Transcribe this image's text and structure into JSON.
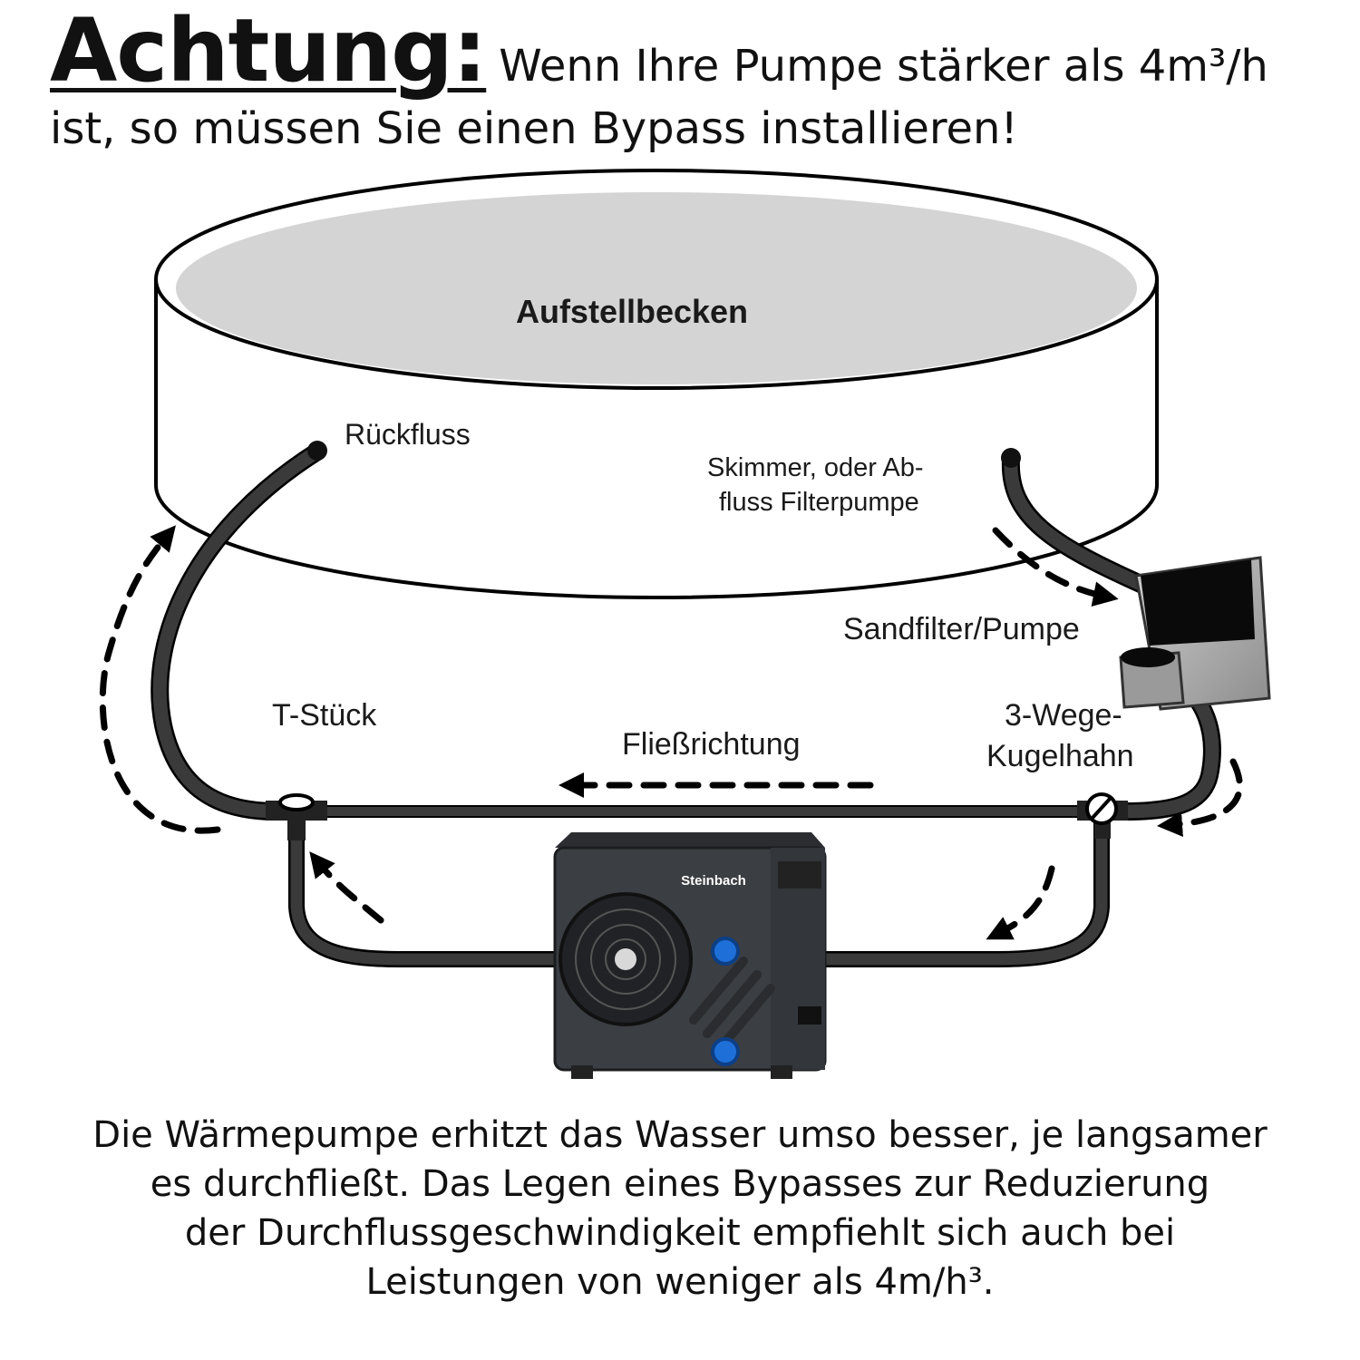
{
  "header": {
    "warning_word": "Achtung:",
    "warning_line1": "Wenn Ihre Pumpe stärker als 4m³/h",
    "warning_line2": "ist, so müssen Sie einen Bypass installieren!"
  },
  "labels": {
    "pool": "Aufstellbecken",
    "return": "Rückfluss",
    "skimmer_line1": "Skimmer, oder Ab-",
    "skimmer_line2": "fluss Filterpumpe",
    "sandfilter": "Sandfilter/Pumpe",
    "tee": "T-Stück",
    "valve_line1": "3-Wege-",
    "valve_line2": "Kugelhahn",
    "flow": "Fließrichtung",
    "brand": "Steinbach"
  },
  "footer": {
    "line1": "Die Wärmepumpe erhitzt das Wasser umso besser, je langsamer",
    "line2": "es durchfließt. Das Legen eines Bypasses zur Reduzierung",
    "line3": "der Durchflussgeschwindigkeit empfiehlt sich auch bei",
    "line4": "Leistungen von weniger als 4m/h³."
  },
  "colors": {
    "hose": "#3a3a3a",
    "pool_water": "#d4d4d4",
    "pump_body": "#3b3e42",
    "connector": "#1f6fd8"
  }
}
